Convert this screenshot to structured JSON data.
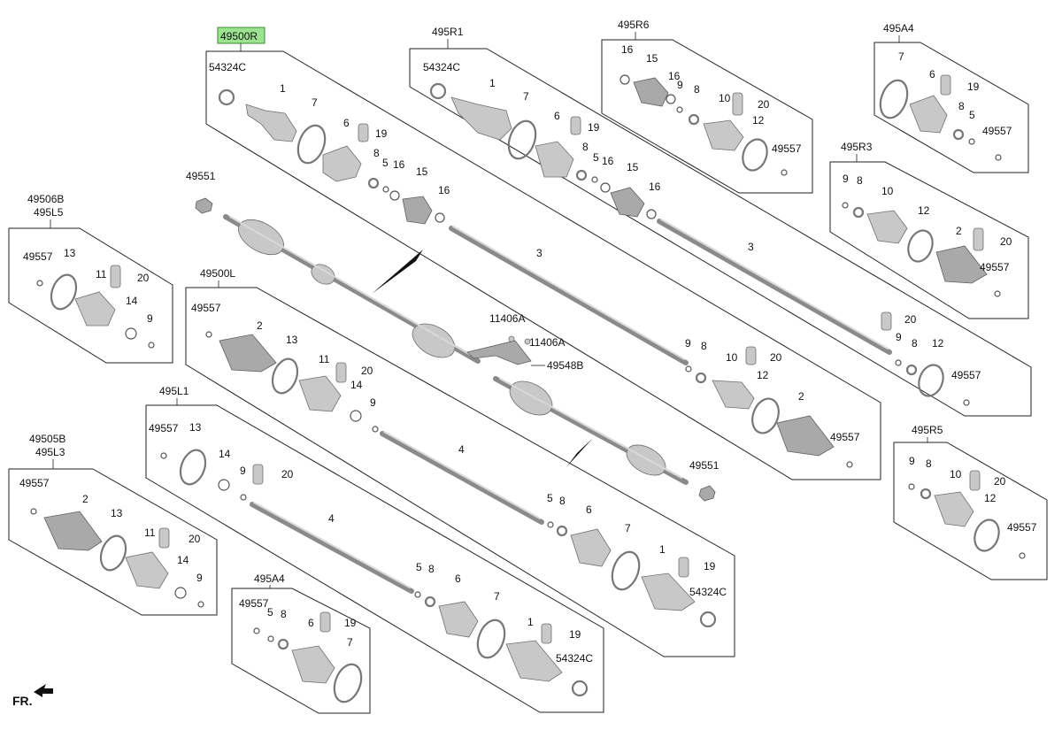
{
  "diagram": {
    "highlighted": "49500R",
    "groups": {
      "g49500R": "49500R",
      "g495R1": "495R1",
      "g495R6": "495R6",
      "g495A4_top": "495A4",
      "g495R3": "495R3",
      "g49506B": "49506B",
      "g495L5": "495L5",
      "g49500L": "49500L",
      "g495L1": "495L1",
      "g49505B": "49505B",
      "g495L3": "495L3",
      "g495A4_bottom": "495A4",
      "g495R5": "495R5"
    },
    "parts": {
      "p1": "1",
      "p2": "2",
      "p3": "3",
      "p4": "4",
      "p5": "5",
      "p6": "6",
      "p7": "7",
      "p8": "8",
      "p9": "9",
      "p10": "10",
      "p11": "11",
      "p12": "12",
      "p13": "13",
      "p14": "14",
      "p15": "15",
      "p16": "16",
      "p19": "19",
      "p20": "20",
      "p54324C": "54324C",
      "p49557": "49557",
      "p49551": "49551",
      "p11406A": "11406A",
      "p49548B": "49548B"
    },
    "direction_label": "FR."
  }
}
